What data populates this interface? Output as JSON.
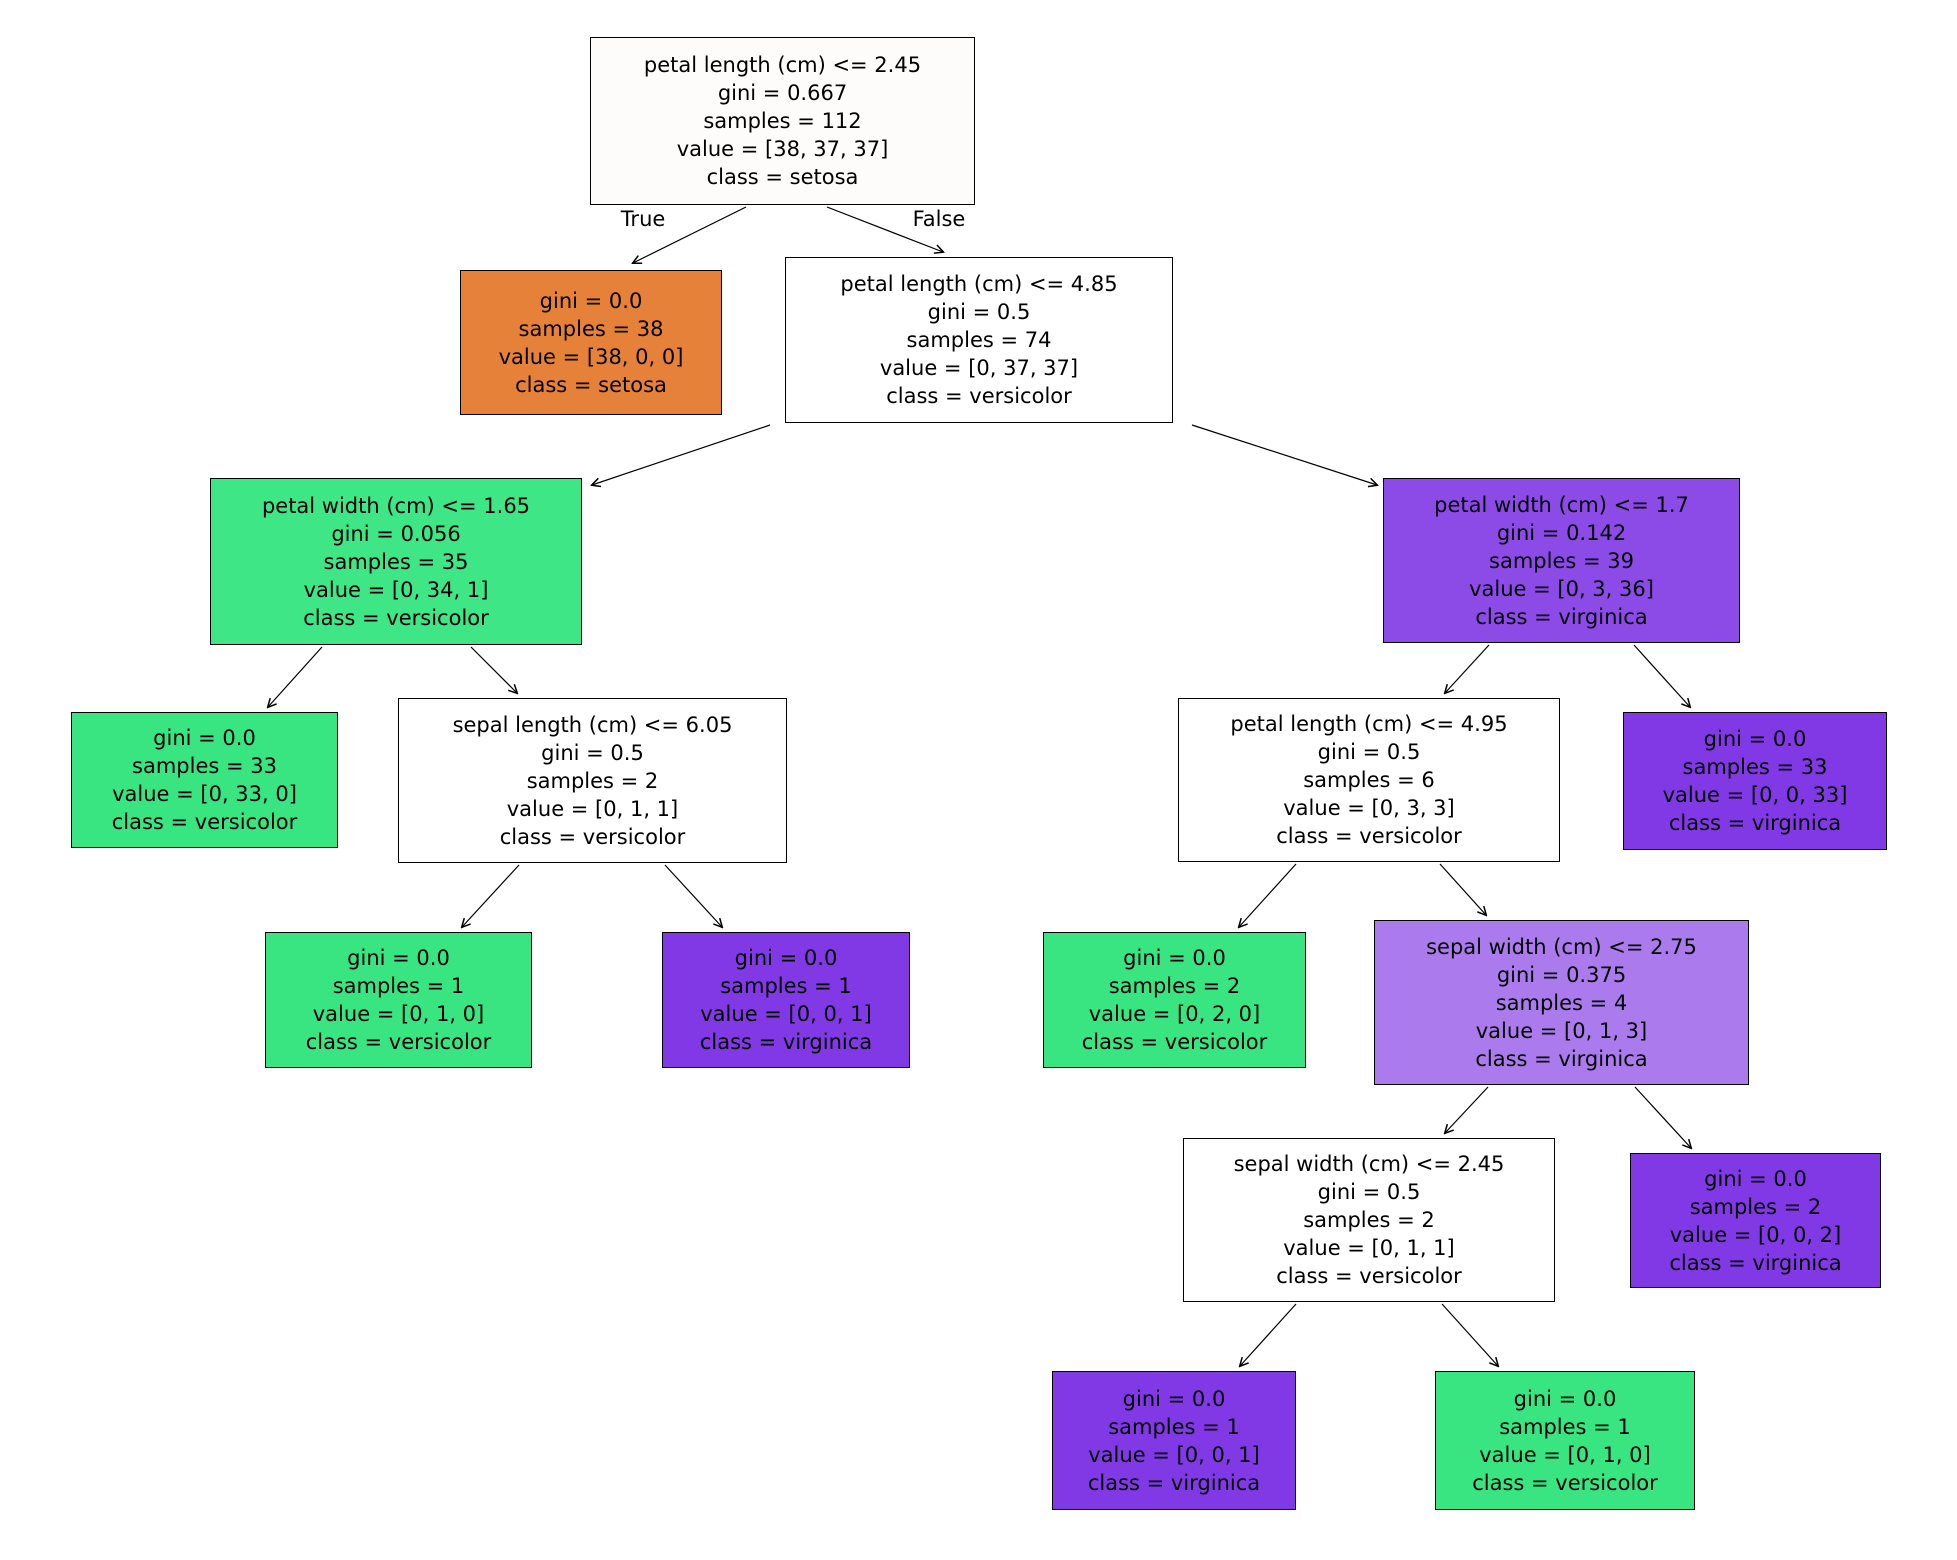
{
  "figure_type": "decision-tree-plot",
  "colors": {
    "background": "#ffffff",
    "node_border": "#000000",
    "text": "#000000",
    "edge": "#000000",
    "setosa_pure": "#e58139",
    "versicolor_pure": "#39e581",
    "versicolor_strong": "#3fe685",
    "virginica_pure": "#8139e5",
    "virginica_strong": "#8c4ae7",
    "virginica_light": "#ab7bee",
    "root_tint": "#fefcfa",
    "undecided": "#ffffff"
  },
  "nodes": [
    {
      "id": 0,
      "class_color": "root_tint",
      "lines": [
        "petal length (cm) <= 2.45",
        "gini = 0.667",
        "samples = 112",
        "value = [38, 37, 37]",
        "class = setosa"
      ]
    },
    {
      "id": 1,
      "class_color": "setosa_pure",
      "lines": [
        "gini = 0.0",
        "samples = 38",
        "value = [38, 0, 0]",
        "class = setosa"
      ]
    },
    {
      "id": 2,
      "class_color": "undecided",
      "lines": [
        "petal length (cm) <= 4.85",
        "gini = 0.5",
        "samples = 74",
        "value = [0, 37, 37]",
        "class = versicolor"
      ]
    },
    {
      "id": 3,
      "class_color": "versicolor_strong",
      "lines": [
        "petal width (cm) <= 1.65",
        "gini = 0.056",
        "samples = 35",
        "value = [0, 34, 1]",
        "class = versicolor"
      ]
    },
    {
      "id": 4,
      "class_color": "virginica_strong",
      "lines": [
        "petal width (cm) <= 1.7",
        "gini = 0.142",
        "samples = 39",
        "value = [0, 3, 36]",
        "class = virginica"
      ]
    },
    {
      "id": 5,
      "class_color": "versicolor_pure",
      "lines": [
        "gini = 0.0",
        "samples = 33",
        "value = [0, 33, 0]",
        "class = versicolor"
      ]
    },
    {
      "id": 6,
      "class_color": "undecided",
      "lines": [
        "sepal length (cm) <= 6.05",
        "gini = 0.5",
        "samples = 2",
        "value = [0, 1, 1]",
        "class = versicolor"
      ]
    },
    {
      "id": 7,
      "class_color": "undecided",
      "lines": [
        "petal length (cm) <= 4.95",
        "gini = 0.5",
        "samples = 6",
        "value = [0, 3, 3]",
        "class = versicolor"
      ]
    },
    {
      "id": 8,
      "class_color": "virginica_pure",
      "lines": [
        "gini = 0.0",
        "samples = 33",
        "value = [0, 0, 33]",
        "class = virginica"
      ]
    },
    {
      "id": 9,
      "class_color": "versicolor_pure",
      "lines": [
        "gini = 0.0",
        "samples = 1",
        "value = [0, 1, 0]",
        "class = versicolor"
      ]
    },
    {
      "id": 10,
      "class_color": "virginica_pure",
      "lines": [
        "gini = 0.0",
        "samples = 1",
        "value = [0, 0, 1]",
        "class = virginica"
      ]
    },
    {
      "id": 11,
      "class_color": "versicolor_pure",
      "lines": [
        "gini = 0.0",
        "samples = 2",
        "value = [0, 2, 0]",
        "class = versicolor"
      ]
    },
    {
      "id": 12,
      "class_color": "virginica_light",
      "lines": [
        "sepal width (cm) <= 2.75",
        "gini = 0.375",
        "samples = 4",
        "value = [0, 1, 3]",
        "class = virginica"
      ]
    },
    {
      "id": 13,
      "class_color": "undecided",
      "lines": [
        "sepal width (cm) <= 2.45",
        "gini = 0.5",
        "samples = 2",
        "value = [0, 1, 1]",
        "class = versicolor"
      ]
    },
    {
      "id": 14,
      "class_color": "virginica_pure",
      "lines": [
        "gini = 0.0",
        "samples = 2",
        "value = [0, 0, 2]",
        "class = virginica"
      ]
    },
    {
      "id": 15,
      "class_color": "virginica_pure",
      "lines": [
        "gini = 0.0",
        "samples = 1",
        "value = [0, 0, 1]",
        "class = virginica"
      ]
    },
    {
      "id": 16,
      "class_color": "versicolor_pure",
      "lines": [
        "gini = 0.0",
        "samples = 1",
        "value = [0, 1, 0]",
        "class = versicolor"
      ]
    }
  ],
  "edges": [
    {
      "from": 0,
      "to": 1,
      "label": "True"
    },
    {
      "from": 0,
      "to": 2,
      "label": "False"
    },
    {
      "from": 2,
      "to": 3,
      "label": ""
    },
    {
      "from": 2,
      "to": 4,
      "label": ""
    },
    {
      "from": 3,
      "to": 5,
      "label": ""
    },
    {
      "from": 3,
      "to": 6,
      "label": ""
    },
    {
      "from": 6,
      "to": 9,
      "label": ""
    },
    {
      "from": 6,
      "to": 10,
      "label": ""
    },
    {
      "from": 4,
      "to": 7,
      "label": ""
    },
    {
      "from": 4,
      "to": 8,
      "label": ""
    },
    {
      "from": 7,
      "to": 11,
      "label": ""
    },
    {
      "from": 7,
      "to": 12,
      "label": ""
    },
    {
      "from": 12,
      "to": 13,
      "label": ""
    },
    {
      "from": 12,
      "to": 14,
      "label": ""
    },
    {
      "from": 13,
      "to": 15,
      "label": ""
    },
    {
      "from": 13,
      "to": 16,
      "label": ""
    }
  ]
}
